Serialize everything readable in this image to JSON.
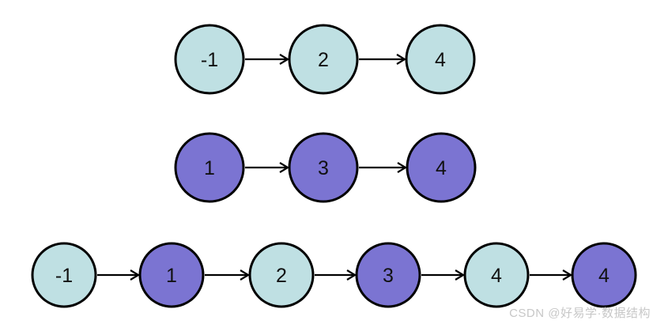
{
  "diagram": {
    "type": "linked-list-merge",
    "lists": [
      {
        "name": "first-sorted-list",
        "values": [
          "-1",
          "2",
          "4"
        ],
        "node_colors": [
          "cyan",
          "cyan",
          "cyan"
        ]
      },
      {
        "name": "second-sorted-list",
        "values": [
          "1",
          "3",
          "4"
        ],
        "node_colors": [
          "purple",
          "purple",
          "purple"
        ]
      },
      {
        "name": "merged-list",
        "values": [
          "-1",
          "1",
          "2",
          "3",
          "4",
          "4"
        ],
        "node_colors": [
          "cyan",
          "purple",
          "cyan",
          "purple",
          "cyan",
          "purple"
        ]
      }
    ]
  },
  "colors": {
    "cyan": "#bfe0e3",
    "purple": "#7b74d2",
    "node_outline": "#000000",
    "arrow": "#000000",
    "background": "#ffffff",
    "watermark": "#c7c7c7"
  },
  "watermark": {
    "text": "CSDN @好易学·数据结构"
  }
}
